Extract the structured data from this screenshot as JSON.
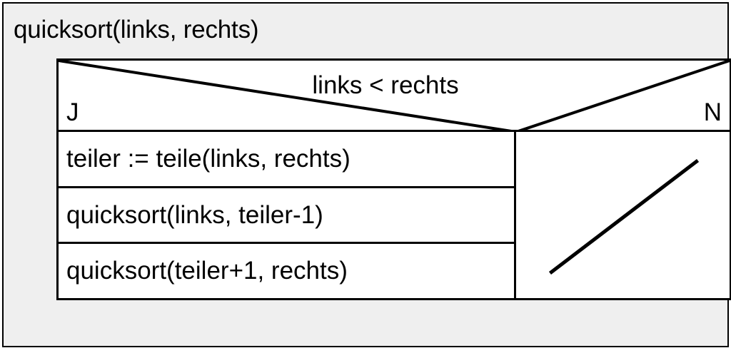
{
  "diagram": {
    "type": "nassi-shneiderman-structogram",
    "language": "de",
    "title": "quicksort(links, rechts)",
    "background_color": "#efefef",
    "box_color": "#ffffff",
    "line_color": "#000000"
  },
  "condition": {
    "expression": "links < rechts",
    "true_label": "J",
    "false_label": "N"
  },
  "true_branch": {
    "statements": [
      {
        "text": "teiler := teile(links, rechts)"
      },
      {
        "text": "quicksort(links, teiler-1)"
      },
      {
        "text": "quicksort(teiler+1, rechts)"
      }
    ]
  },
  "false_branch": {
    "statements": [],
    "empty_marker": "diagonal-line"
  }
}
